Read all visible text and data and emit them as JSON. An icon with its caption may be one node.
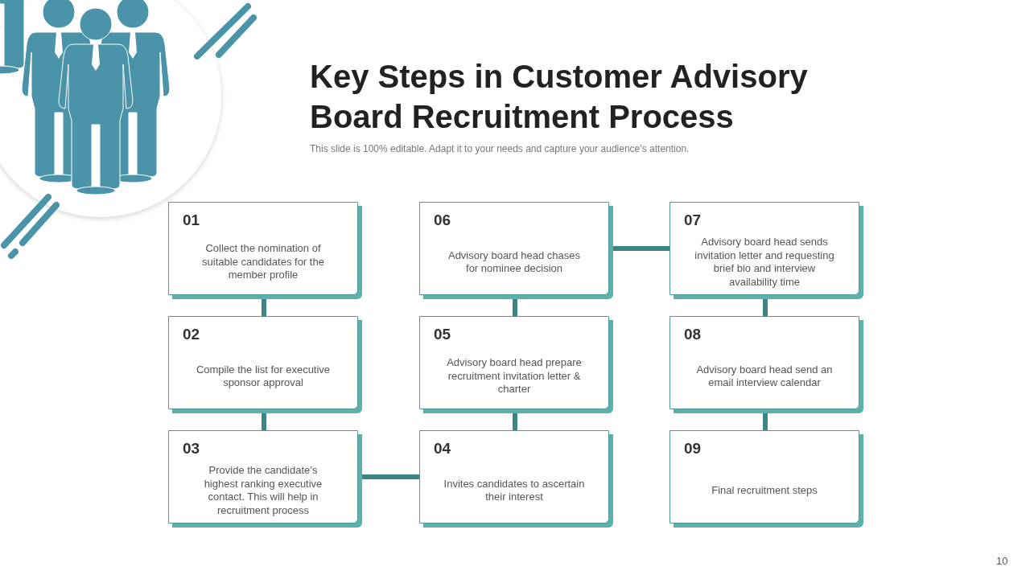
{
  "diagram": {
    "title": "Key Steps in Customer Advisory Board Recruitment Process",
    "nodes": [
      {
        "text": [
          "01",
          "Collect the nomination of suitable candidates for the member profile"
        ]
      },
      {
        "text": [
          "02",
          "Compile the list for executive sponsor approval"
        ]
      },
      {
        "text": [
          "03",
          "Provide the candidate’s highest ranking executive contact. This will  help in recruitment process"
        ]
      },
      {
        "text": [
          "04",
          "Invites candidates to ascertain their interest"
        ]
      },
      {
        "text": [
          "05",
          "Advisory board head prepare recruitment invitation letter & charter"
        ]
      },
      {
        "text": [
          "06",
          "Advisory board head chases for nominee decision"
        ]
      },
      {
        "text": [
          "07",
          "Advisory board head sends invitation letter and requesting brief bio and interview availability time"
        ]
      },
      {
        "text": [
          "08",
          "Advisory board head send an email interview calendar"
        ]
      },
      {
        "text": [
          "09",
          "Final recruitment steps"
        ]
      }
    ],
    "edges": [
      {
        "from": 0,
        "to": 1,
        "arrow": "none"
      },
      {
        "from": 1,
        "to": 2,
        "arrow": "none"
      },
      {
        "from": 2,
        "to": 3,
        "arrow": "none"
      },
      {
        "from": 3,
        "to": 4,
        "arrow": "none"
      },
      {
        "from": 4,
        "to": 5,
        "arrow": "none"
      },
      {
        "from": 5,
        "to": 6,
        "arrow": "none"
      },
      {
        "from": 6,
        "to": 7,
        "arrow": "none"
      },
      {
        "from": 7,
        "to": 8,
        "arrow": "none"
      }
    ],
    "labels": [
      "This slide is 100% editable. Adapt it to your needs and capture your audience’s attention.",
      "10"
    ]
  }
}
